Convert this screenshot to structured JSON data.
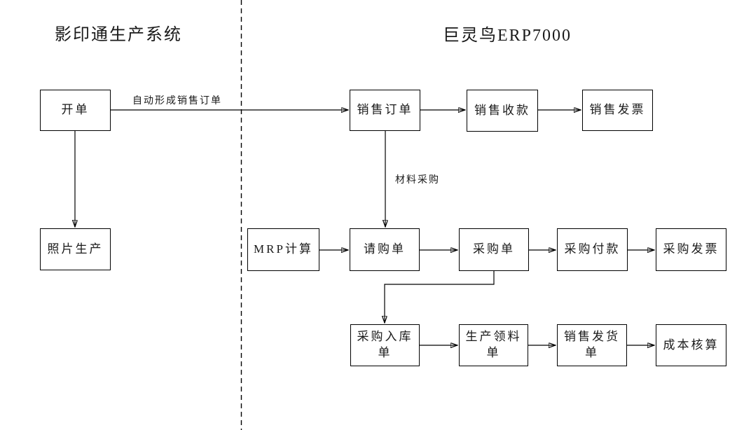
{
  "sections": {
    "left_title": "影印通生产系统",
    "right_title": "巨灵鸟ERP7000"
  },
  "nodes": {
    "billing": {
      "label": "开单"
    },
    "photo_production": {
      "label": "照片生产"
    },
    "sales_order": {
      "label": "销售订单"
    },
    "sales_receipt": {
      "label": "销售收款"
    },
    "sales_invoice": {
      "label": "销售发票"
    },
    "mrp_calc": {
      "label": "MRP计算"
    },
    "purchase_request": {
      "label": "请购单"
    },
    "purchase_order": {
      "label": "采购单"
    },
    "purchase_payment": {
      "label": "采购付款"
    },
    "purchase_invoice": {
      "label": "采购发票"
    },
    "purchase_inbound": {
      "label": "采购入库\n单"
    },
    "production_picking": {
      "label": "生产领料\n单"
    },
    "sales_delivery": {
      "label": "销售发货\n单"
    },
    "cost_accounting": {
      "label": "成本核算"
    }
  },
  "edge_labels": {
    "auto_sales_order": "自动形成销售订单",
    "material_purchase": "材料采购"
  },
  "colors": {
    "line": "#000000",
    "text": "#1a1a1a",
    "background": "#ffffff"
  }
}
